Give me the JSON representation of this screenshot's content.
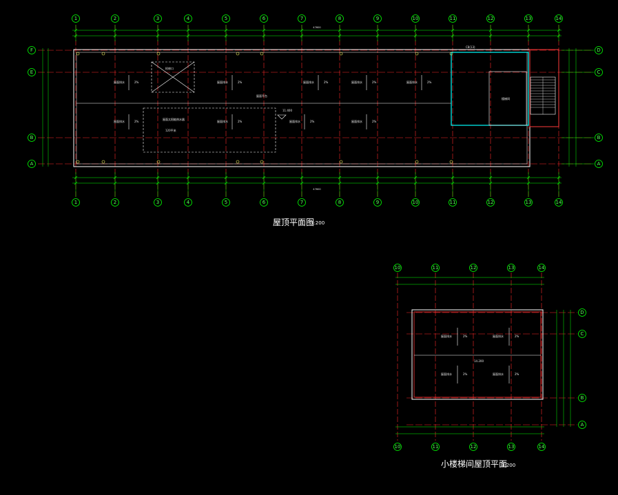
{
  "colors": {
    "background": "#000000",
    "axis_bubble": "#00ff00",
    "axis_line": "#ff2a2a",
    "wall": "#ffffff",
    "stair_core": "#00ffff",
    "parapet": "#ff3b3b",
    "drain": "#ffff66"
  },
  "main_plan": {
    "title": "屋顶平面图",
    "scale": "1:200",
    "col_axes": [
      "1",
      "2",
      "3",
      "4",
      "5",
      "6",
      "7",
      "8",
      "9",
      "10",
      "11",
      "12",
      "13",
      "14"
    ],
    "row_axes": [
      "F",
      "E",
      "D",
      "C",
      "B",
      "A"
    ],
    "notes": {
      "roof_platform": "屋面平台",
      "elevation": "11.400",
      "hatch_note": "检修口",
      "dashed_area_line1": "屋面太阳能热水器",
      "dashed_area_line2": "120平米",
      "stair_room": "楼梯间",
      "ridge_label": "C8(13)"
    },
    "drainage_labels": [
      "屋面排水",
      "屋面排水",
      "屋面排水",
      "屋面排水",
      "屋面排水",
      "屋面排水",
      "屋面排水",
      "屋面排水",
      "屋面排水"
    ],
    "slope": "2%",
    "dims_top_total": "47600",
    "dims_bottom_total": "47600"
  },
  "small_plan": {
    "title": "小楼梯间屋顶平面",
    "scale": "1:200",
    "col_axes": [
      "10",
      "11",
      "12",
      "13",
      "14"
    ],
    "row_axes": [
      "D",
      "C",
      "B",
      "A"
    ],
    "elevation": "14.200",
    "drainage_labels": [
      "屋面排水",
      "屋面排水",
      "屋面排水",
      "屋面排水"
    ],
    "slope": "2%"
  }
}
